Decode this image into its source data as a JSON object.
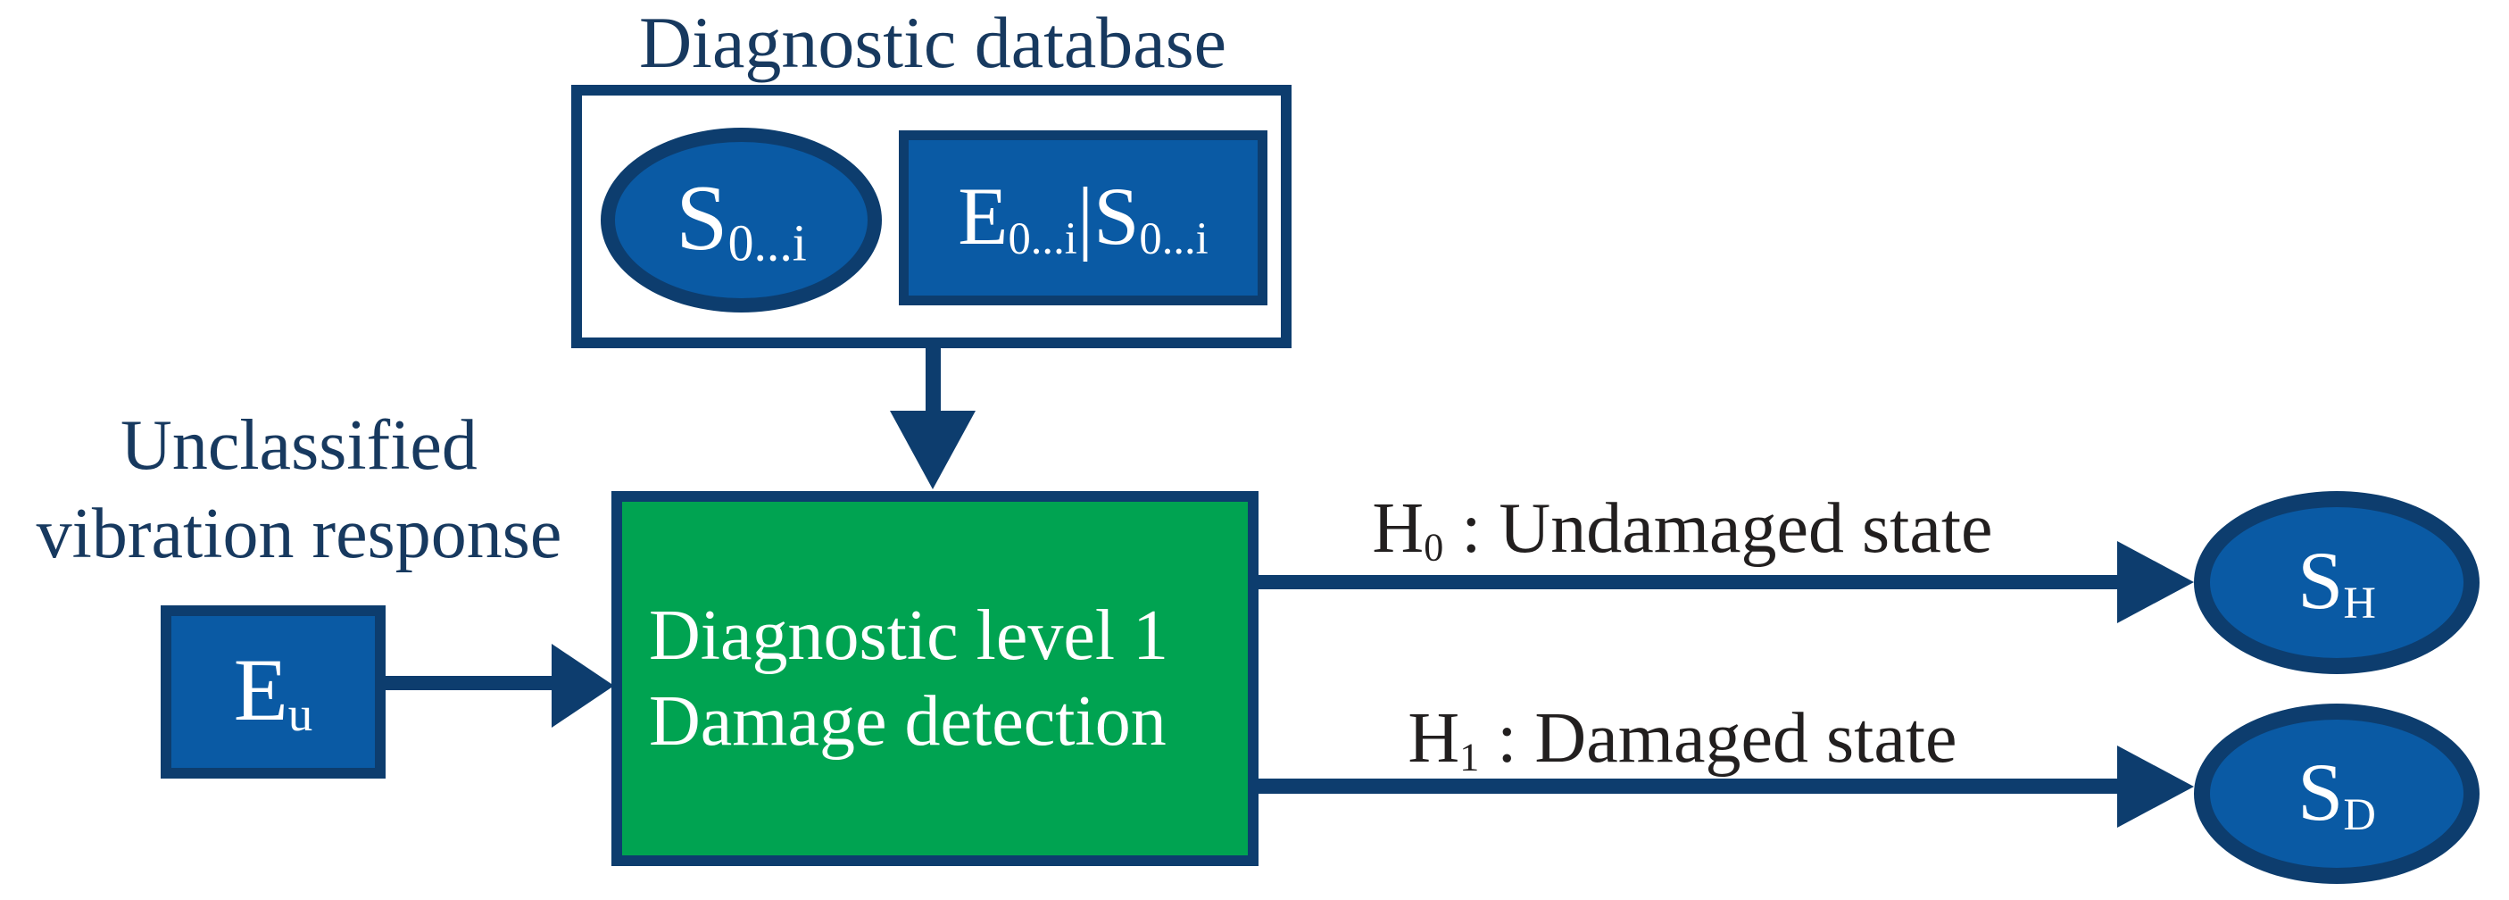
{
  "colors": {
    "navy": "#0d3d6e",
    "blue": "#0a5aa4",
    "green": "#00a351",
    "label_black": "#221f1f",
    "text_navy": "#17395f",
    "background": "#ffffff"
  },
  "diagnostic_database": {
    "title": "Diagnostic database",
    "signal_ellipse": {
      "symbol": "S",
      "subscript": "0...i"
    },
    "feature_box": {
      "symbol_left": "E",
      "subscript_left": "0...i",
      "symbol_right": "|S",
      "subscript_right": "0...i"
    }
  },
  "input": {
    "caption_line1": "Unclassified",
    "caption_line2": "vibration response",
    "feature_symbol": "E",
    "feature_subscript": "u"
  },
  "process": {
    "line1": "Diagnostic level 1",
    "line2": "Damage detection"
  },
  "outputs": {
    "undamaged": {
      "hypothesis_symbol": "H",
      "hypothesis_subscript": "0",
      "description": " : Undamaged state",
      "state_symbol": "S",
      "state_subscript": "H"
    },
    "damaged": {
      "hypothesis_symbol": "H",
      "hypothesis_subscript": "1",
      "description": " : Damaged state",
      "state_symbol": "S",
      "state_subscript": "D"
    }
  }
}
